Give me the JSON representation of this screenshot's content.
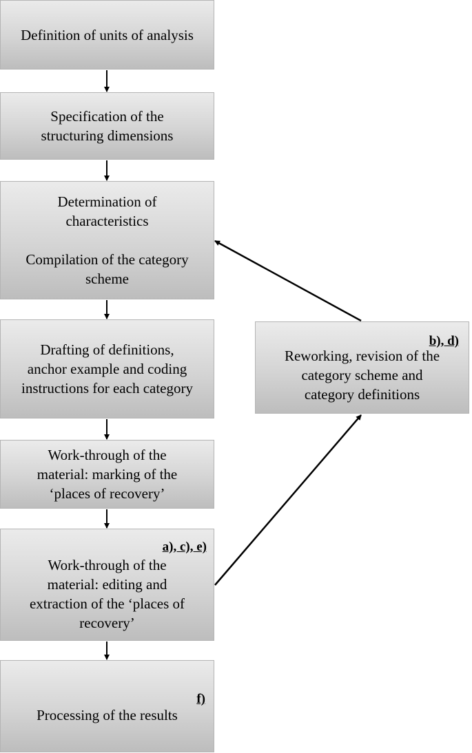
{
  "steps": [
    {
      "lines": [
        "Definition of units of analysis"
      ]
    },
    {
      "lines": [
        "Specification of the",
        "structuring dimensions"
      ]
    },
    {
      "lines": [
        "Determination of",
        "characteristics"
      ],
      "lines2": [
        "Compilation of the category",
        "scheme"
      ]
    },
    {
      "lines": [
        "Drafting of definitions,",
        "anchor example and coding",
        "instructions for each category"
      ]
    },
    {
      "lines": [
        "Work-through of the",
        "material: marking of the",
        "‘places of recovery’"
      ]
    },
    {
      "tag": "a), c), e)",
      "lines": [
        "Work-through of the",
        "material: editing and",
        "extraction of the ‘places of",
        "recovery’"
      ]
    },
    {
      "tag": "f)",
      "lines": [
        "Processing of the results"
      ]
    }
  ],
  "side": {
    "tag": "b), d)",
    "lines": [
      "Reworking, revision of the",
      "category scheme and",
      "category definitions"
    ]
  }
}
